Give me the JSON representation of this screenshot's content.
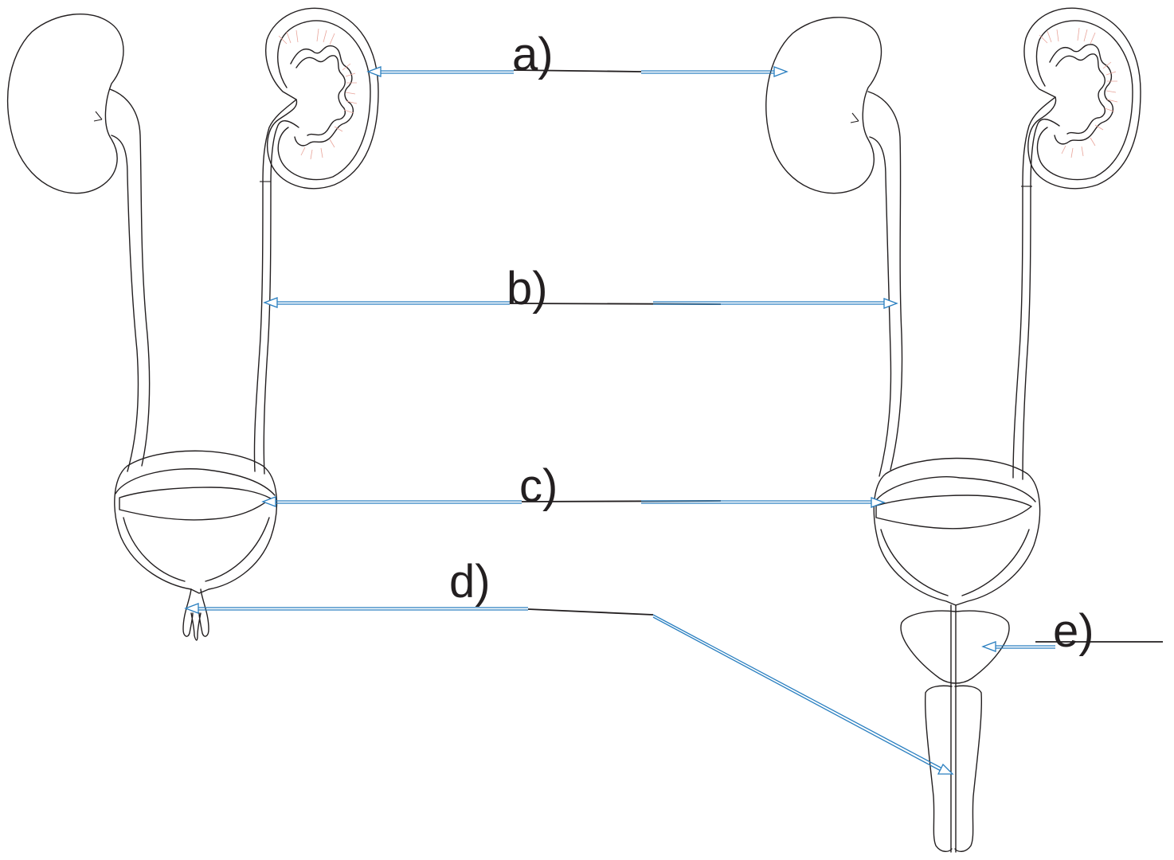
{
  "labels": {
    "a": "a)",
    "b": "b)",
    "c": "c)",
    "d": "d)",
    "e": "e)"
  },
  "colors": {
    "outline": "#231f20",
    "leader_blue": "#2a7fc0",
    "pyramid_pink": "#e8a49a"
  }
}
